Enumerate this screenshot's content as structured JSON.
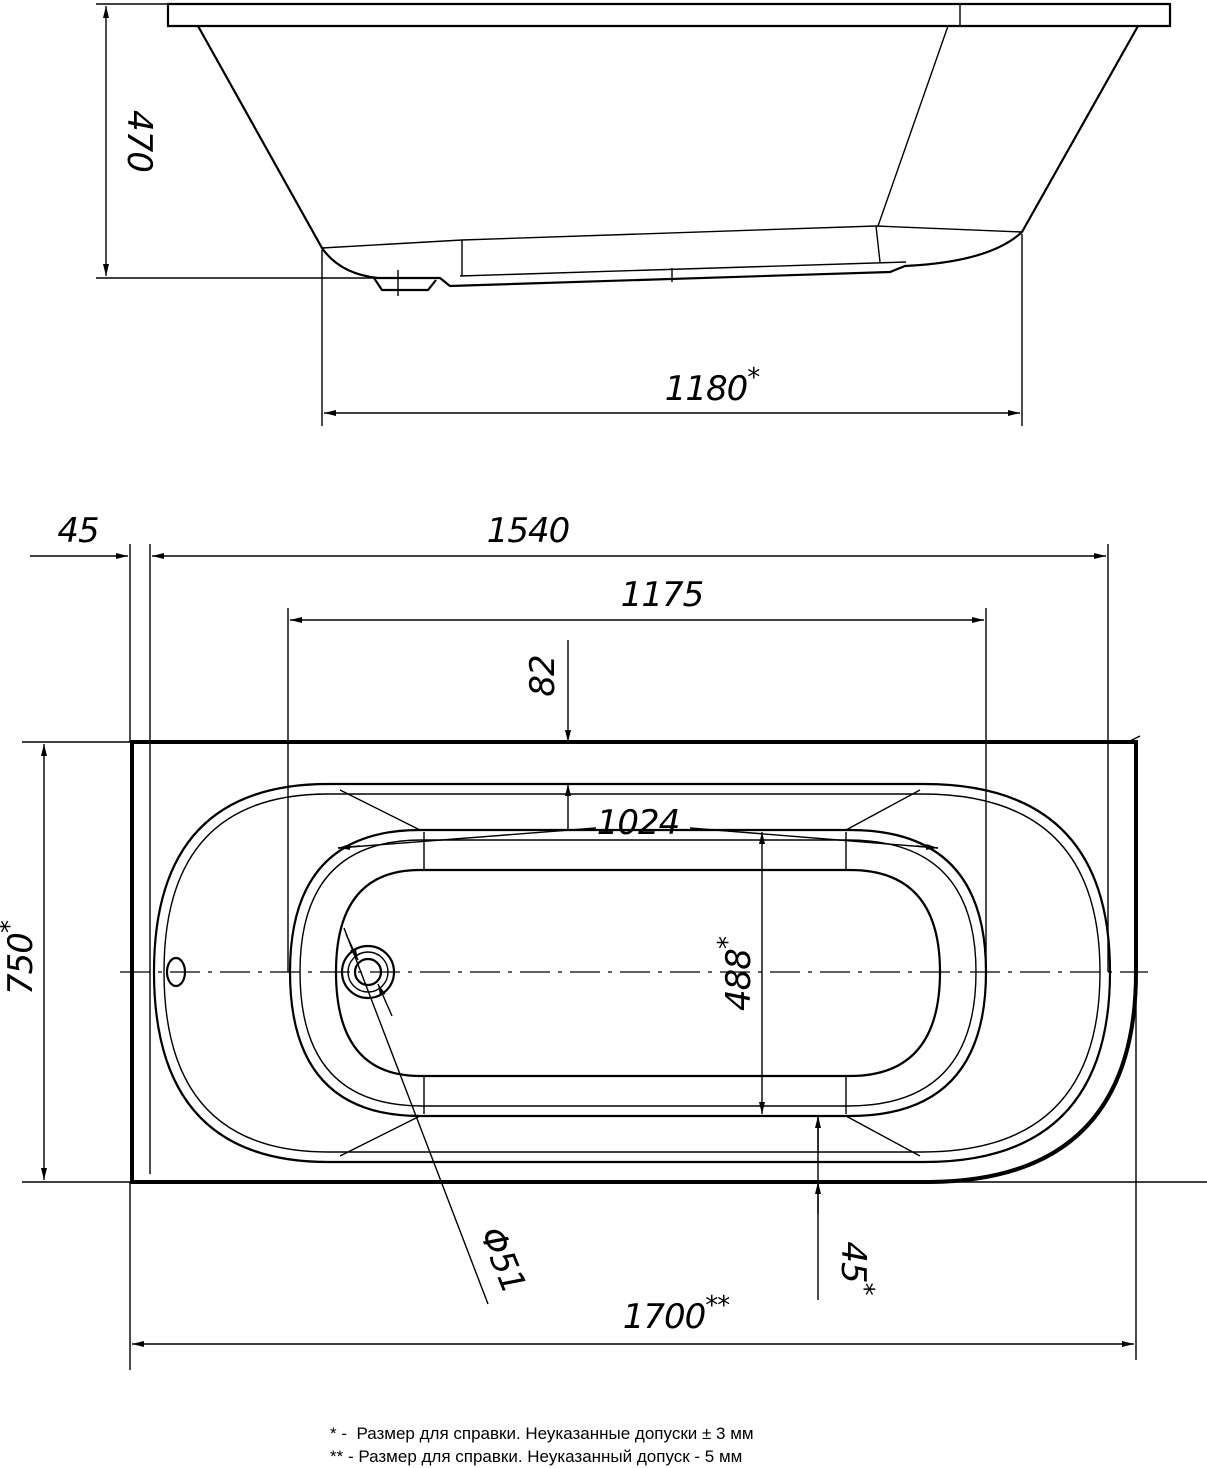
{
  "dimensions": {
    "height": "470",
    "length_bottom": "1180",
    "left_offset": "45",
    "inner_length": "1540",
    "rim_length": "1175",
    "rim_width": "82",
    "bottom_length": "1024",
    "width": "750",
    "bottom_width": "488",
    "drain": "Φ51",
    "rim_front": "45",
    "total_length": "1700"
  },
  "marks": {
    "ref": "*",
    "ref_double": "**"
  },
  "notes": [
    "* -  Размер для справки. Неуказанные допуски ± 3 мм",
    "** - Размер для справки. Неуказанный допуск - 5 мм"
  ]
}
